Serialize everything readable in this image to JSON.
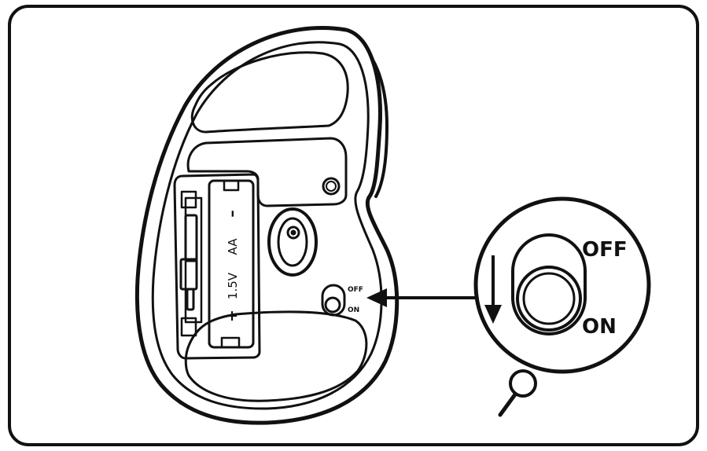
{
  "battery": {
    "plus": "+",
    "voltage": "1.5V",
    "type": "AA",
    "minus": "–"
  },
  "switch_small": {
    "off": "OFF",
    "on": "ON"
  },
  "switch_zoom": {
    "off": "OFF",
    "on": "ON"
  },
  "icons": [
    "arrow-left-icon",
    "arrow-down-icon",
    "magnifier-icon"
  ]
}
